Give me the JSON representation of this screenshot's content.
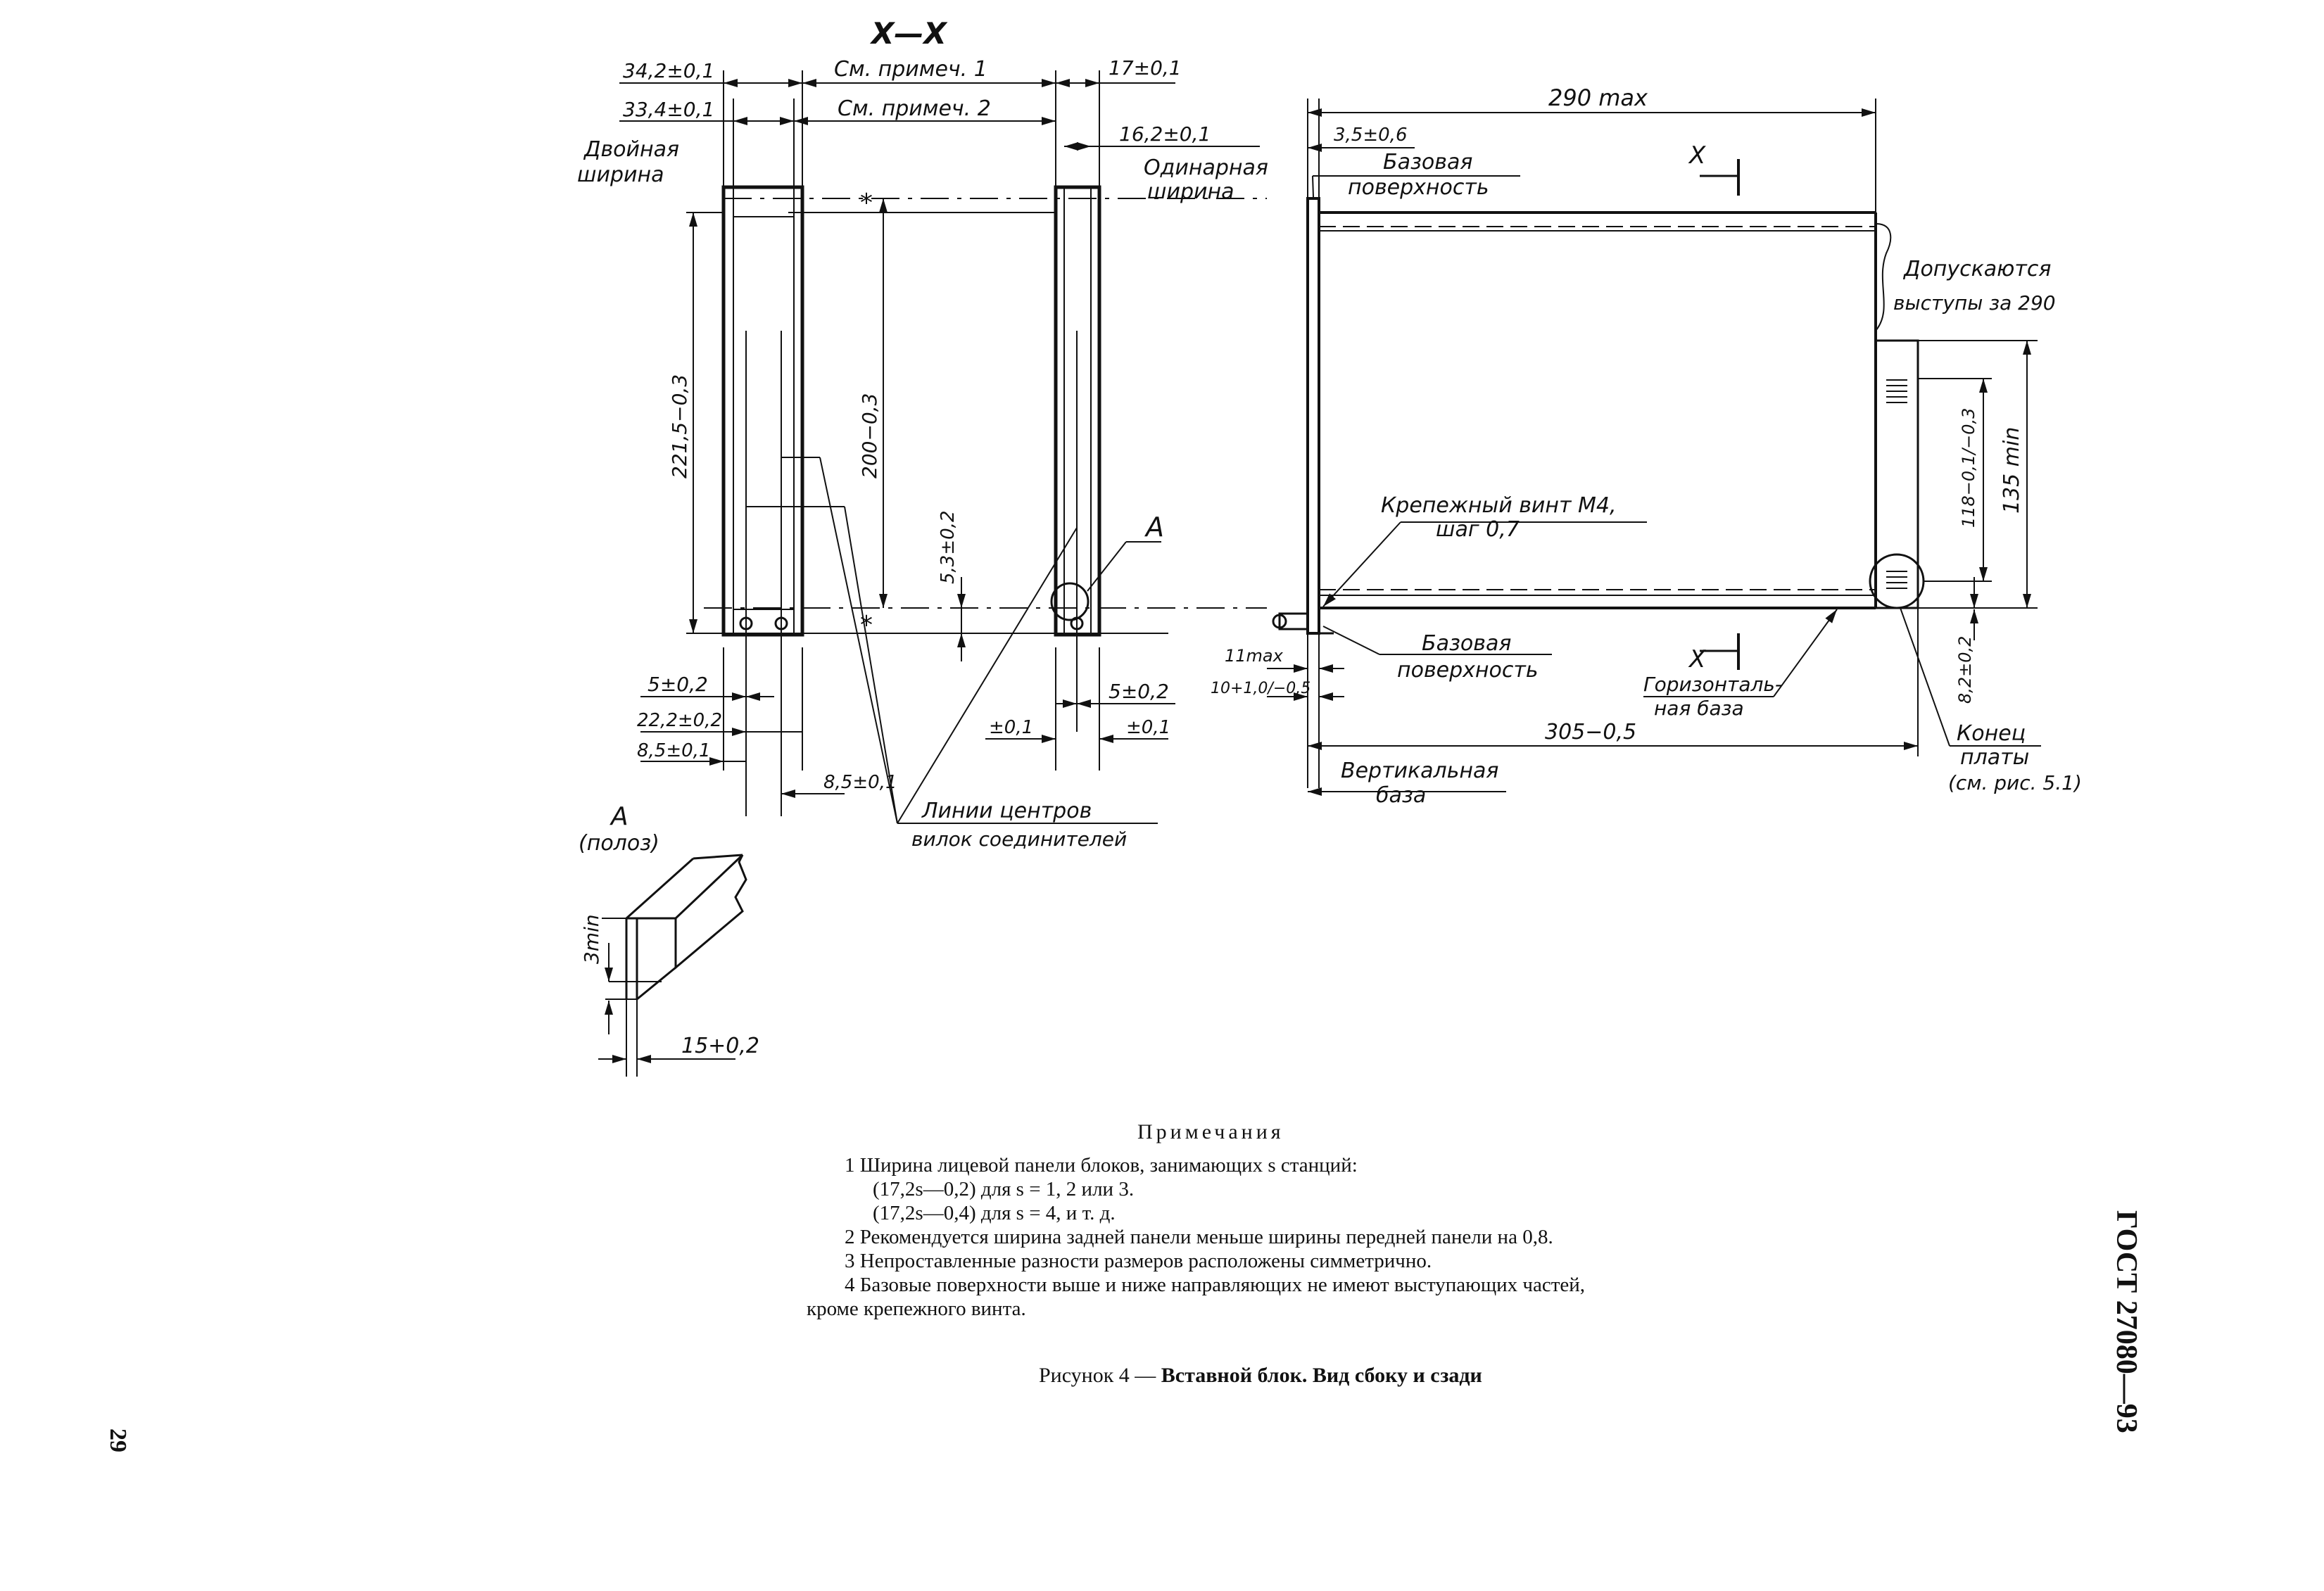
{
  "drawing": {
    "section_title": "X—X",
    "labels": {
      "dim_34_2": "34,2±0,1",
      "dim_33_4": "33,4±0,1",
      "see_note_1": "См. примеч. 1",
      "see_note_2": "См. примеч. 2",
      "dim_17": "17±0,1",
      "dim_16_2": "16,2±0,1",
      "double_width_1": "Двойная",
      "double_width_2": "ширина",
      "single_width_1": "Одинарная",
      "single_width_2": "ширина",
      "dim_221_5": "221,5−0,3",
      "dim_200": "200−0,3",
      "dim_5_3": "5,3±0,2",
      "letter_a": "A",
      "star": "*",
      "dim_5_left": "5±0,2",
      "dim_22_2": "22,2±0,2",
      "dim_8_5_left": "8,5±0,1",
      "dim_8_5_right": "8,5±0,1",
      "dim_5_right": "5±0,2",
      "tol_01_a": "±0,1",
      "tol_01_b": "±0,1",
      "center_lines_1": "Линии центров",
      "center_lines_2": "вилок соединителей",
      "dim_290max": "290 max",
      "dim_3_5": "3,5±0,6",
      "base_surface_top_1": "Базовая",
      "base_surface_top_2": "поверхность",
      "x_marker_top": "X",
      "protrusions_1": "Допускаются",
      "protrusions_2": "выступы за 290",
      "screw_1": "Крепежный винт М4,",
      "screw_2": "шаг 0,7",
      "dim_118": "118−0,1/−0,3",
      "dim_135min": "135 min",
      "dim_11max": "11max",
      "dim_10": "10+1,0/−0,5",
      "base_surface_bottom_1": "Базовая",
      "base_surface_bottom_2": "поверхность",
      "x_marker_bottom": "X",
      "horiz_base_1": "Горизонталь-",
      "horiz_base_2": "ная база",
      "dim_8_2": "8,2±0,2",
      "dim_305": "305−0,5",
      "board_end_1": "Конец",
      "board_end_2": "платы",
      "board_end_3": "(см. рис. 5.1)",
      "vert_base_1": "Вертикальная",
      "vert_base_2": "база",
      "detail_a": "A",
      "detail_a_sub": "(полоз)",
      "dim_3min": "3min",
      "dim_15": "15+0,2"
    }
  },
  "notes": {
    "title": "Примечания",
    "n1": "1 Ширина лицевой панели блоков, занимающих s станций:",
    "n1a": "(17,2s—0,2) для s = 1, 2 или 3.",
    "n1b": "(17,2s—0,4) для s = 4, и т. д.",
    "n2": "2 Рекомендуется ширина задней панели меньше ширины передней панели на 0,8.",
    "n3": "3 Непроставленные разности размеров расположены симметрично.",
    "n4a": "4 Базовые поверхности выше и ниже направляющих не имеют выступающих частей,",
    "n4b": "кроме крепежного винта."
  },
  "caption": {
    "prefix": "Рисунок 4 — ",
    "title": "Вставной блок. Вид сбоку и сзади"
  },
  "side": {
    "standard": "ГОСТ 27080—93",
    "page_number": "29"
  }
}
